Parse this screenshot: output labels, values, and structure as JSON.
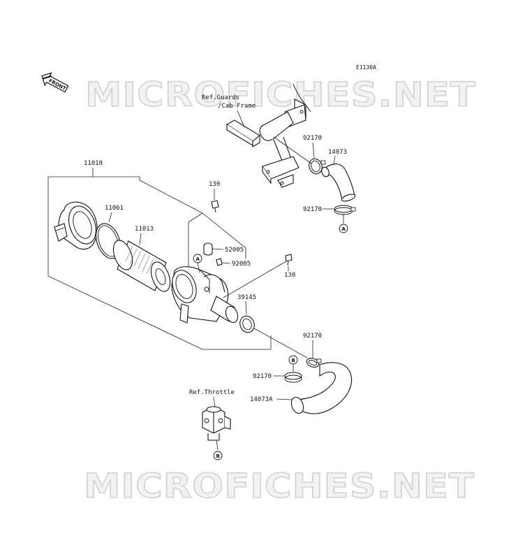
{
  "diagram_code": "E1130A",
  "front_label": "FRONT",
  "watermark": "MICROFICHES.NET",
  "refs": {
    "guards_line1": "Ref.Guards",
    "guards_line2": "/Cab Frame",
    "throttle": "Ref.Throttle"
  },
  "parts": [
    "11010",
    "11061",
    "11013",
    "130",
    "52005",
    "92005",
    "130",
    "39145",
    "92170",
    "14073",
    "92170",
    "92170",
    "92170",
    "14073A"
  ],
  "connectors": [
    "A",
    "A",
    "B",
    "B"
  ]
}
